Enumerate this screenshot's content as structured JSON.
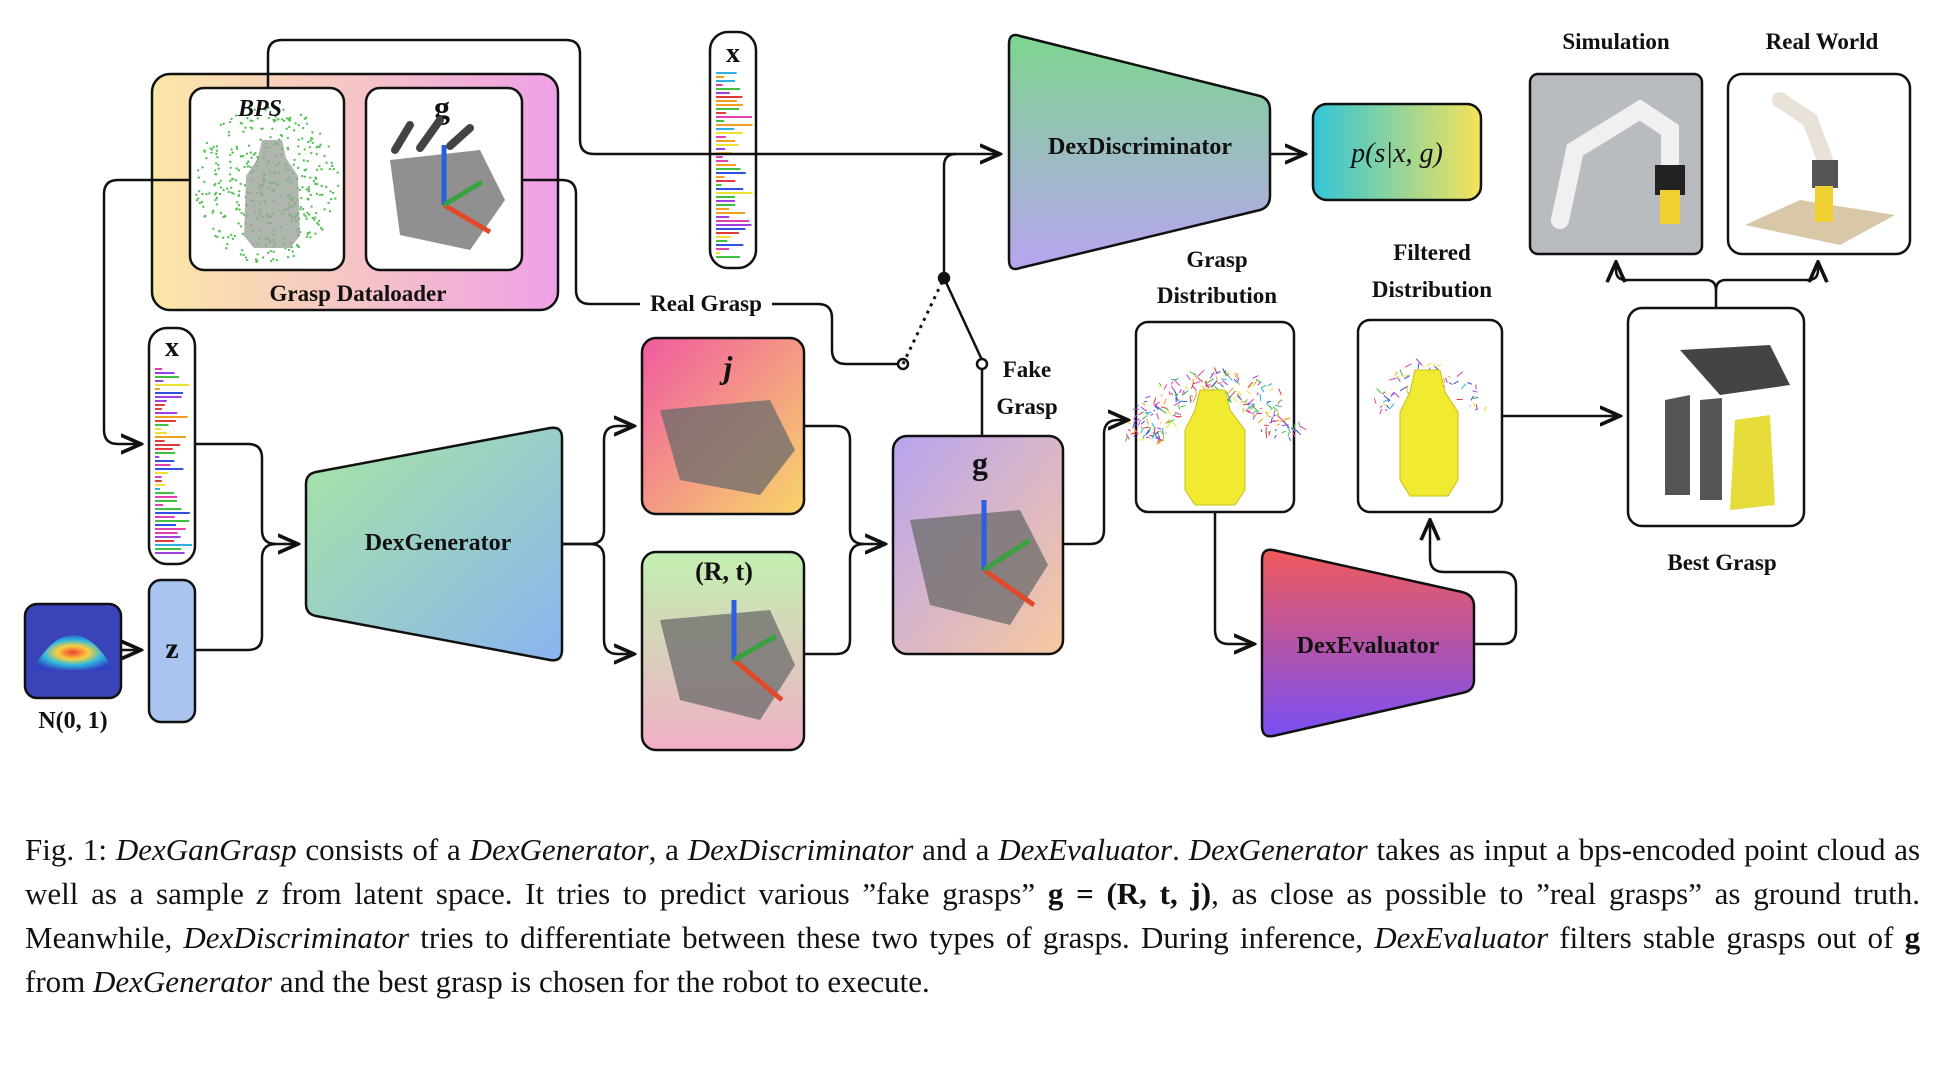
{
  "labels": {
    "bps": "BPS",
    "g_top": "g",
    "dataloader": "Grasp Dataloader",
    "x_top": "x",
    "x_left": "x",
    "z": "z",
    "noise": "N(0, 1)",
    "generator": "DexGenerator",
    "j": "j",
    "rt": "(R, t)",
    "g_mid": "g",
    "real_grasp": "Real Grasp",
    "fake_grasp_1": "Fake",
    "fake_grasp_2": "Grasp",
    "discriminator": "DexDiscriminator",
    "output": "p(s|x, g)",
    "grasp_dist_1": "Grasp",
    "grasp_dist_2": "Distribution",
    "filtered_dist_1": "Filtered",
    "filtered_dist_2": "Distribution",
    "evaluator": "DexEvaluator",
    "best_grasp": "Best Grasp",
    "simulation": "Simulation",
    "real_world": "Real World"
  },
  "caption": {
    "fig": "Fig. 1:",
    "t1": "DexGanGrasp",
    "t2": "consists of a",
    "t3": "DexGenerator",
    "t4": ", a",
    "t5": "DexDiscriminator",
    "t6": "and a",
    "t7": "DexEvaluator",
    "t8": ".",
    "t9": "DexGenerator",
    "t10": "takes as input a bps-encoded point cloud as well as a sample",
    "t11": "z",
    "t12": "from latent space. It tries to predict various ”fake grasps”",
    "t13": "g = (R, t, j)",
    "t14": ", as close as possible to ”real grasps” as ground truth. Meanwhile,",
    "t15": "DexDiscriminator",
    "t16": "tries to differentiate between these two types of grasps. During inference,",
    "t17": "DexEvaluator",
    "t18": "filters stable grasps out of",
    "t19": "g",
    "t20": "from",
    "t21": "DexGenerator",
    "t22": "and the best grasp is chosen for the robot to execute."
  },
  "colors": {
    "dataloader_left": "#fbe8a6",
    "dataloader_right": "#f0a3e6",
    "vector_fill": "#aac4ef",
    "arrow": "#111111"
  }
}
